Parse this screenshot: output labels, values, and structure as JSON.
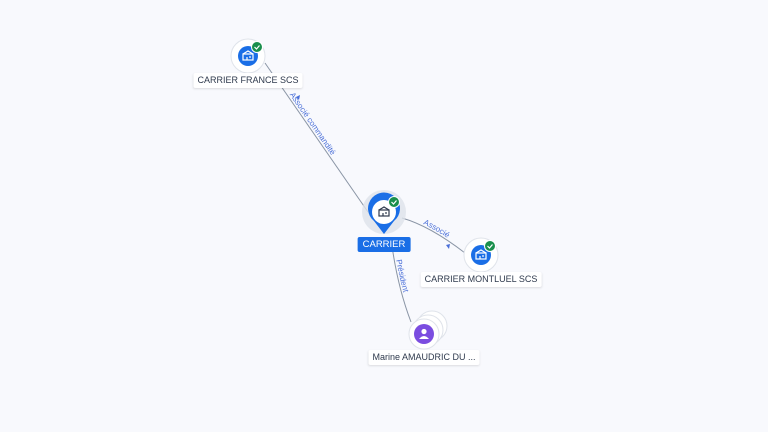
{
  "nodes": {
    "carrier": {
      "label": "CARRIER",
      "type": "company",
      "status": "verified"
    },
    "carrier_france": {
      "label": "CARRIER FRANCE SCS",
      "type": "company",
      "status": "verified"
    },
    "carrier_montluel": {
      "label": "CARRIER MONTLUEL SCS",
      "type": "company",
      "status": "verified"
    },
    "marine": {
      "label": "Marine AMAUDRIC DU ...",
      "type": "person"
    }
  },
  "edges": {
    "france_carrier": {
      "label": "Associé commandité"
    },
    "carrier_montluel": {
      "label": "Associé"
    },
    "carrier_marine": {
      "label": "Président"
    }
  },
  "colors": {
    "accent": "#1a6ee6",
    "check": "#1a8f4d",
    "person": "#7b4de0",
    "edge": "#8a95a5",
    "edge_label": "#4a6fd8"
  },
  "icons": {
    "company": "building-icon",
    "verified": "check-badge-icon",
    "person": "person-icon",
    "main_marker": "map-pin-icon"
  }
}
